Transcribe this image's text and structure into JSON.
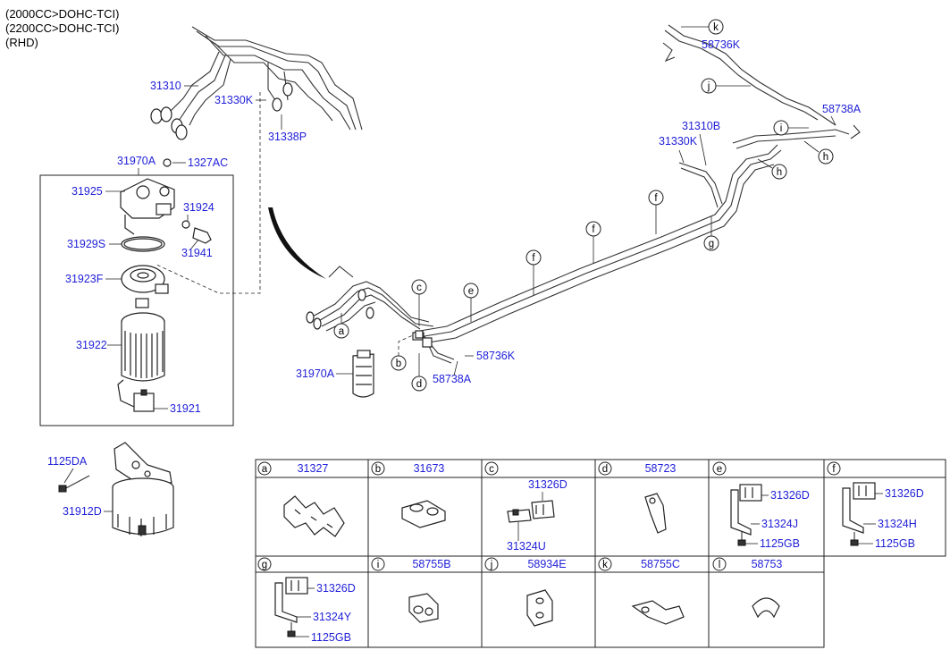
{
  "header": {
    "line1": "(2000CC>DOHC-TCI)",
    "line2": "(2200CC>DOHC-TCI)",
    "line3": "(RHD)"
  },
  "labels": {
    "p31310_top": "31310",
    "p31330k_top": "31330K",
    "p31338p": "31338P",
    "p31970a_top": "31970A",
    "p1327ac": "1327AC",
    "p31925": "31925",
    "p31924": "31924",
    "p31941": "31941",
    "p31929s": "31929S",
    "p31923f": "31923F",
    "p31922": "31922",
    "p31921": "31921",
    "p1125da": "1125DA",
    "p31912d": "31912D",
    "p58736k_top": "58736K",
    "p58738a_right": "58738A",
    "p31310b": "31310B",
    "p31330k_right": "31330K",
    "p58736k_mid": "58736K",
    "p58738a_mid": "58738A",
    "p31970a_mid": "31970A"
  },
  "callouts": {
    "a": "a",
    "b": "b",
    "c": "c",
    "d": "d",
    "e": "e",
    "f": "f",
    "g": "g",
    "h": "h",
    "i": "i",
    "j": "j",
    "k": "k"
  },
  "table": {
    "row1": [
      {
        "key": "a",
        "part": "31327"
      },
      {
        "key": "b",
        "part": "31673"
      },
      {
        "key": "c",
        "part": ""
      },
      {
        "key": "d",
        "part": "58723"
      },
      {
        "key": "e",
        "part": ""
      },
      {
        "key": "f",
        "part": ""
      }
    ],
    "row2": [
      {
        "key": "g",
        "part": ""
      },
      {
        "key": "i",
        "part": "58755B"
      },
      {
        "key": "j",
        "part": "58934E"
      },
      {
        "key": "k",
        "part": "58755C"
      },
      {
        "key": "l",
        "part": "58753"
      }
    ],
    "cell_c": {
      "top": "31326D",
      "bottom": "31324U"
    },
    "cell_e": {
      "p1": "31326D",
      "p2": "31324J",
      "p3": "1125GB"
    },
    "cell_f": {
      "p1": "31326D",
      "p2": "31324H",
      "p3": "1125GB"
    },
    "cell_g": {
      "p1": "31326D",
      "p2": "31324Y",
      "p3": "1125GB"
    }
  }
}
